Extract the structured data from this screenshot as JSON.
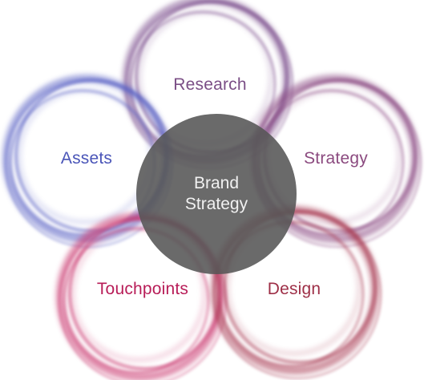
{
  "center": {
    "line1": "Brand",
    "line2": "Strategy",
    "fill_color": "#555555"
  },
  "nodes": [
    {
      "id": "research",
      "label": "Research",
      "color": "#7a4e8c",
      "label_color": "#7b4f86"
    },
    {
      "id": "strategy",
      "label": "Strategy",
      "color": "#8a4a82",
      "label_color": "#8b4a7f"
    },
    {
      "id": "assets",
      "label": "Assets",
      "color": "#5a62c4",
      "label_color": "#4a55b8"
    },
    {
      "id": "touchpoints",
      "label": "Touchpoints",
      "color": "#c8306a",
      "label_color": "#b81d58"
    },
    {
      "id": "design",
      "label": "Design",
      "color": "#a83a52",
      "label_color": "#9e2f47"
    }
  ]
}
